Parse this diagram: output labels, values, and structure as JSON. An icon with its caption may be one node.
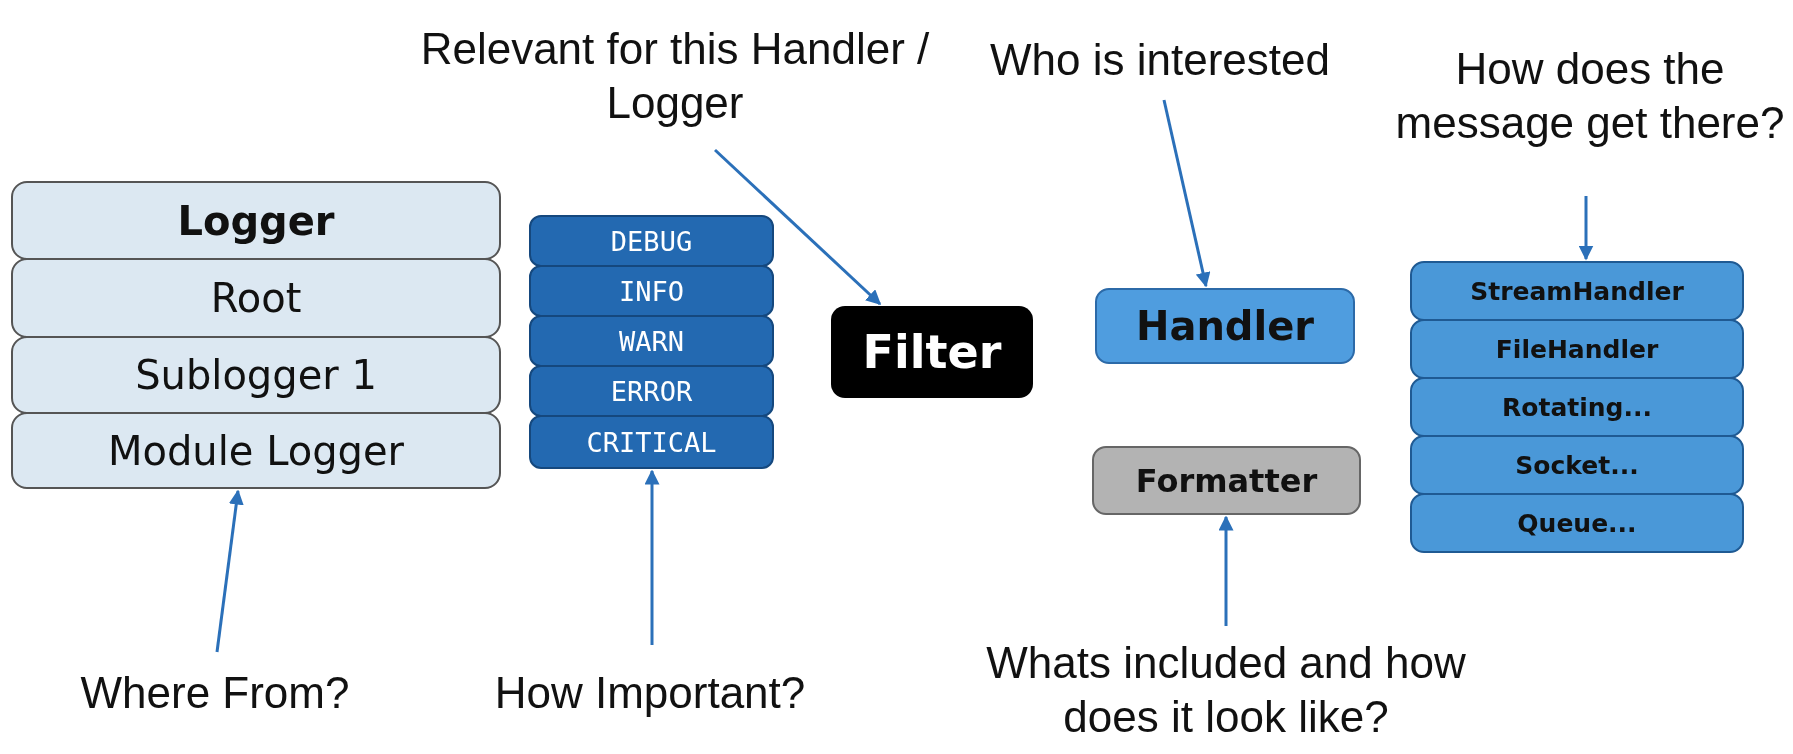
{
  "diagram": {
    "nodes": [
      {
        "text": [
          "Relevant for this Handler / Logger"
        ]
      },
      {
        "text": [
          "Who is interested"
        ]
      },
      {
        "text": [
          "How does the message get there?"
        ]
      },
      {
        "text": [
          "Logger"
        ]
      },
      {
        "text": [
          "Root"
        ]
      },
      {
        "text": [
          "Sublogger 1"
        ]
      },
      {
        "text": [
          "Module Logger"
        ]
      },
      {
        "text": [
          "DEBUG"
        ]
      },
      {
        "text": [
          "INFO"
        ]
      },
      {
        "text": [
          "WARN"
        ]
      },
      {
        "text": [
          "ERROR"
        ]
      },
      {
        "text": [
          "CRITICAL"
        ]
      },
      {
        "text": [
          "Filter"
        ]
      },
      {
        "text": [
          "Handler"
        ]
      },
      {
        "text": [
          "StreamHandler"
        ]
      },
      {
        "text": [
          "FileHandler"
        ]
      },
      {
        "text": [
          "Rotating..."
        ]
      },
      {
        "text": [
          "Socket..."
        ]
      },
      {
        "text": [
          "Queue..."
        ]
      },
      {
        "text": [
          "Formatter"
        ]
      },
      {
        "text": [
          "Where From?"
        ]
      },
      {
        "text": [
          "How Important?"
        ]
      },
      {
        "text": [
          "Whats included and how does it look like?"
        ]
      }
    ],
    "edges": [
      {
        "from": 0,
        "to": 12,
        "arrow": "to"
      },
      {
        "from": 1,
        "to": 13,
        "arrow": "to"
      },
      {
        "from": 2,
        "to": 14,
        "arrow": "to"
      },
      {
        "from": 20,
        "to": 6,
        "arrow": "to"
      },
      {
        "from": 21,
        "to": 11,
        "arrow": "to"
      },
      {
        "from": 22,
        "to": 19,
        "arrow": "to"
      }
    ]
  }
}
